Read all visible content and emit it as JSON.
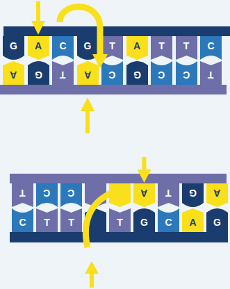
{
  "diagram": {
    "nodes": [
      {
        "text": [
          "G"
        ]
      },
      {
        "text": [
          "A"
        ]
      },
      {
        "text": [
          "C"
        ]
      },
      {
        "text": [
          "G"
        ]
      },
      {
        "text": [
          "T"
        ]
      },
      {
        "text": [
          "A"
        ]
      },
      {
        "text": [
          "T"
        ]
      },
      {
        "text": [
          "T"
        ]
      },
      {
        "text": [
          "C"
        ]
      },
      {
        "text": [
          "A"
        ]
      },
      {
        "text": [
          "G"
        ]
      },
      {
        "text": [
          "T"
        ]
      },
      {
        "text": [
          "A"
        ]
      },
      {
        "text": [
          "C"
        ]
      },
      {
        "text": [
          "G"
        ]
      },
      {
        "text": [
          "C"
        ]
      },
      {
        "text": [
          "C"
        ]
      },
      {
        "text": [
          "T"
        ]
      },
      {
        "text": [
          "T"
        ]
      },
      {
        "text": [
          "C"
        ]
      },
      {
        "text": [
          "C"
        ]
      },
      {
        "text": [
          "A"
        ]
      },
      {
        "text": [
          "T"
        ]
      },
      {
        "text": [
          "G"
        ]
      },
      {
        "text": [
          "A"
        ]
      },
      {
        "text": [
          "C"
        ]
      },
      {
        "text": [
          "T"
        ]
      },
      {
        "text": [
          "T"
        ]
      },
      {
        "text": [
          "T"
        ]
      },
      {
        "text": [
          "G"
        ]
      },
      {
        "text": [
          "C"
        ]
      },
      {
        "text": [
          "A"
        ]
      },
      {
        "text": [
          "G"
        ]
      }
    ]
  }
}
